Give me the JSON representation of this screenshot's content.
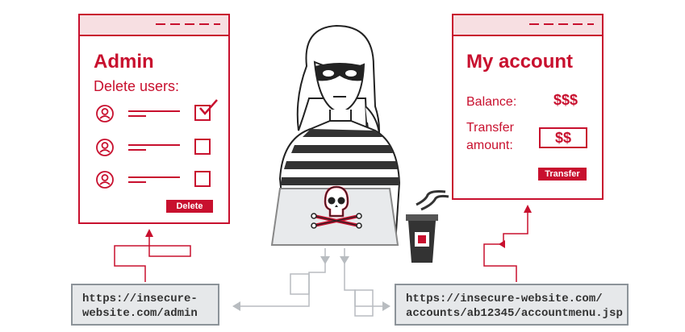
{
  "admin_window": {
    "title": "Admin",
    "subtitle": "Delete users:",
    "rows": [
      {
        "checked": true
      },
      {
        "checked": false
      },
      {
        "checked": false
      }
    ],
    "delete_label": "Delete"
  },
  "account_window": {
    "title": "My account",
    "balance_label": "Balance:",
    "balance_value": "$$$",
    "transfer_label_1": "Transfer",
    "transfer_label_2": "amount:",
    "transfer_value": "$$",
    "transfer_button": "Transfer"
  },
  "urls": {
    "admin_line1": "https://insecure-",
    "admin_line2": "website.com/admin",
    "account_line1": "https://insecure-website.com/",
    "account_line2": "accounts/ab12345/accountmenu.jsp"
  },
  "colors": {
    "accent": "#c8102e",
    "grey": "#8c9399",
    "dark": "#222222"
  },
  "icons": [
    "user-icon",
    "check-icon",
    "skull-icon",
    "coffee-cup-icon",
    "hacker-figure"
  ]
}
